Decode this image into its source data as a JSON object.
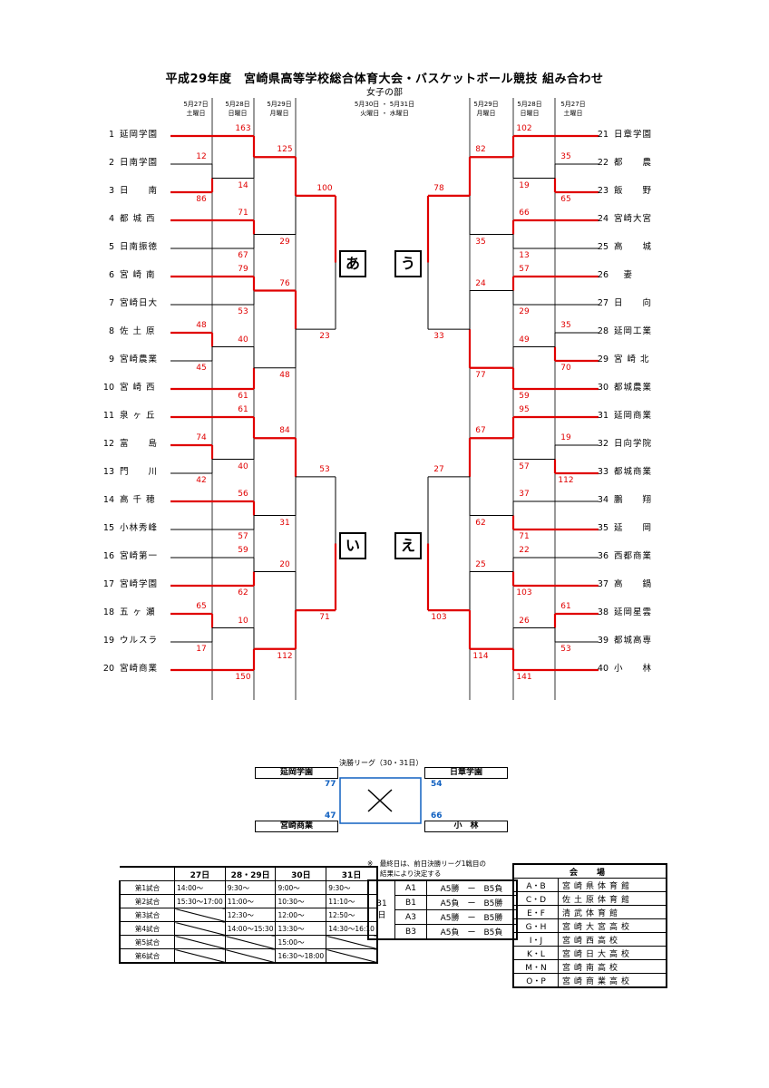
{
  "title": "平成29年度　宮崎県高等学校総合体育大会・バスケットボール競技 組み合わせ",
  "subtitle": "女子の部",
  "date_headers_left": [
    {
      "date": "5月27日",
      "day": "土曜日"
    },
    {
      "date": "5月28日",
      "day": "日曜日"
    },
    {
      "date": "5月29日",
      "day": "月曜日"
    }
  ],
  "date_header_center": {
    "date": "5月30日 ・ 5月31日",
    "day": "火曜日 ・ 水曜日"
  },
  "date_headers_right": [
    {
      "date": "5月29日",
      "day": "月曜日"
    },
    {
      "date": "5月28日",
      "day": "日曜日"
    },
    {
      "date": "5月27日",
      "day": "土曜日"
    }
  ],
  "left_teams": [
    {
      "num": "1",
      "name": "延岡学園"
    },
    {
      "num": "2",
      "name": "日南学園"
    },
    {
      "num": "3",
      "name": "日　　南"
    },
    {
      "num": "4",
      "name": "都 城 西"
    },
    {
      "num": "5",
      "name": "日南振徳"
    },
    {
      "num": "6",
      "name": "宮 崎 南"
    },
    {
      "num": "7",
      "name": "宮崎日大"
    },
    {
      "num": "8",
      "name": "佐 土 原"
    },
    {
      "num": "9",
      "name": "宮崎農業"
    },
    {
      "num": "10",
      "name": "宮 崎 西"
    },
    {
      "num": "11",
      "name": "泉 ヶ 丘"
    },
    {
      "num": "12",
      "name": "富　　島"
    },
    {
      "num": "13",
      "name": "門　　川"
    },
    {
      "num": "14",
      "name": "高 千 穂"
    },
    {
      "num": "15",
      "name": "小林秀峰"
    },
    {
      "num": "16",
      "name": "宮崎第一"
    },
    {
      "num": "17",
      "name": "宮崎学園"
    },
    {
      "num": "18",
      "name": "五 ヶ 瀬"
    },
    {
      "num": "19",
      "name": "ウルスラ"
    },
    {
      "num": "20",
      "name": "宮崎商業"
    }
  ],
  "right_teams": [
    {
      "num": "21",
      "name": "日章学園"
    },
    {
      "num": "22",
      "name": "都　　農"
    },
    {
      "num": "23",
      "name": "飯　　野"
    },
    {
      "num": "24",
      "name": "宮崎大宮"
    },
    {
      "num": "25",
      "name": "高　　城"
    },
    {
      "num": "26",
      "name": "　妻　"
    },
    {
      "num": "27",
      "name": "日　　向"
    },
    {
      "num": "28",
      "name": "延岡工業"
    },
    {
      "num": "29",
      "name": "宮 崎 北"
    },
    {
      "num": "30",
      "name": "都城農業"
    },
    {
      "num": "31",
      "name": "延岡商業"
    },
    {
      "num": "32",
      "name": "日向学院"
    },
    {
      "num": "33",
      "name": "都城商業"
    },
    {
      "num": "34",
      "name": "鵬　　翔"
    },
    {
      "num": "35",
      "name": "延　　岡"
    },
    {
      "num": "36",
      "name": "西都商業"
    },
    {
      "num": "37",
      "name": "高　　鍋"
    },
    {
      "num": "38",
      "name": "延岡星雲"
    },
    {
      "num": "39",
      "name": "都城高専"
    },
    {
      "num": "40",
      "name": "小　　林"
    }
  ],
  "block_labels": {
    "a": "あ",
    "i": "い",
    "u": "う",
    "e": "え"
  },
  "scores": {
    "left_r1": [
      "12",
      "86",
      "48",
      "45",
      "74",
      "42",
      "65",
      "17"
    ],
    "left_r2": [
      "163",
      "14",
      "71",
      "67",
      "79",
      "53",
      "40",
      "61",
      "61",
      "40",
      "56",
      "57",
      "59",
      "62",
      "10",
      "150"
    ],
    "left_r3": [
      "125",
      "29",
      "76",
      "48",
      "84",
      "31",
      "20",
      "112"
    ],
    "left_r4": [
      "100",
      "23",
      "53",
      "71"
    ],
    "right_r1": [
      "35",
      "65",
      "35",
      "70",
      "19",
      "112",
      "61",
      "53"
    ],
    "right_r2": [
      "102",
      "19",
      "66",
      "13",
      "57",
      "29",
      "49",
      "59",
      "95",
      "57",
      "37",
      "71",
      "22",
      "103",
      "26",
      "141"
    ],
    "right_r3": [
      "82",
      "35",
      "24",
      "77",
      "67",
      "62",
      "25",
      "114"
    ],
    "right_r4": [
      "78",
      "33",
      "27",
      "103"
    ]
  },
  "final_league": {
    "title": "決勝リーグ（30・31日）",
    "teams": [
      "延岡学園",
      "日章学園",
      "宮崎商業",
      "小　林"
    ],
    "scores": {
      "top_left": "77",
      "top_right": "54",
      "bottom_left": "47",
      "bottom_right": "66"
    }
  },
  "schedule": {
    "headers": [
      "27日",
      "28・29日",
      "30日",
      "31日"
    ],
    "rows": [
      {
        "label": "第1試合",
        "cells": [
          "14:00〜",
          "9:30〜",
          "9:00〜",
          "9:30〜"
        ]
      },
      {
        "label": "第2試合",
        "cells": [
          "15:30〜17:00",
          "11:00〜",
          "10:30〜",
          "11:10〜"
        ]
      },
      {
        "label": "第3試合",
        "cells": [
          "",
          "12:30〜",
          "12:00〜",
          "12:50〜"
        ]
      },
      {
        "label": "第4試合",
        "cells": [
          "",
          "14:00〜15:30",
          "13:30〜",
          "14:30〜16:10"
        ]
      },
      {
        "label": "第5試合",
        "cells": [
          "",
          "",
          "15:00〜",
          ""
        ]
      },
      {
        "label": "第6試合",
        "cells": [
          "",
          "",
          "16:30〜18:00",
          ""
        ]
      }
    ]
  },
  "note": [
    "※　最終日は、前日決勝リーグ1戦目の",
    "結果により決定する"
  ],
  "final_day": {
    "day": "31日",
    "rows": [
      {
        "code": "A1",
        "match": "A5勝　ー　B5負"
      },
      {
        "code": "B1",
        "match": "A5負　ー　B5勝"
      },
      {
        "code": "A3",
        "match": "A5勝　ー　B5勝"
      },
      {
        "code": "B3",
        "match": "A5負　ー　B5負"
      }
    ]
  },
  "venues": {
    "header": "会　場",
    "rows": [
      {
        "code": "A・B",
        "name": "宮崎県体育館"
      },
      {
        "code": "C・D",
        "name": "佐土原体育館"
      },
      {
        "code": "E・F",
        "name": "清武体育館"
      },
      {
        "code": "G・H",
        "name": "宮崎大宮高校"
      },
      {
        "code": "I・J",
        "name": "宮崎西高校"
      },
      {
        "code": "K・L",
        "name": "宮崎日大高校"
      },
      {
        "code": "M・N",
        "name": "宮崎南高校"
      },
      {
        "code": "O・P",
        "name": "宮崎商業高校"
      }
    ]
  },
  "colors": {
    "winner_line": "#e00000",
    "loser_line": "#000000",
    "score": "#e00000",
    "final_score": "#1060c0"
  }
}
